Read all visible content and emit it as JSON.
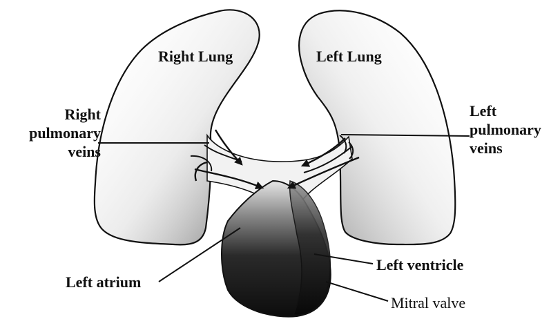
{
  "labels": {
    "right_lung": "Right Lung",
    "left_lung": "Left Lung",
    "right_pulmonary_veins": [
      "Right",
      "pulmonary",
      "veins"
    ],
    "left_pulmonary_veins": [
      "Left",
      "pulmonary",
      "veins"
    ],
    "left_atrium": "Left atrium",
    "left_ventricle": "Left ventricle",
    "mitral_valve": "Mitral valve"
  },
  "colors": {
    "outline": "#111111",
    "chamber_dark": "#1a1a1a",
    "background": "#ffffff"
  }
}
